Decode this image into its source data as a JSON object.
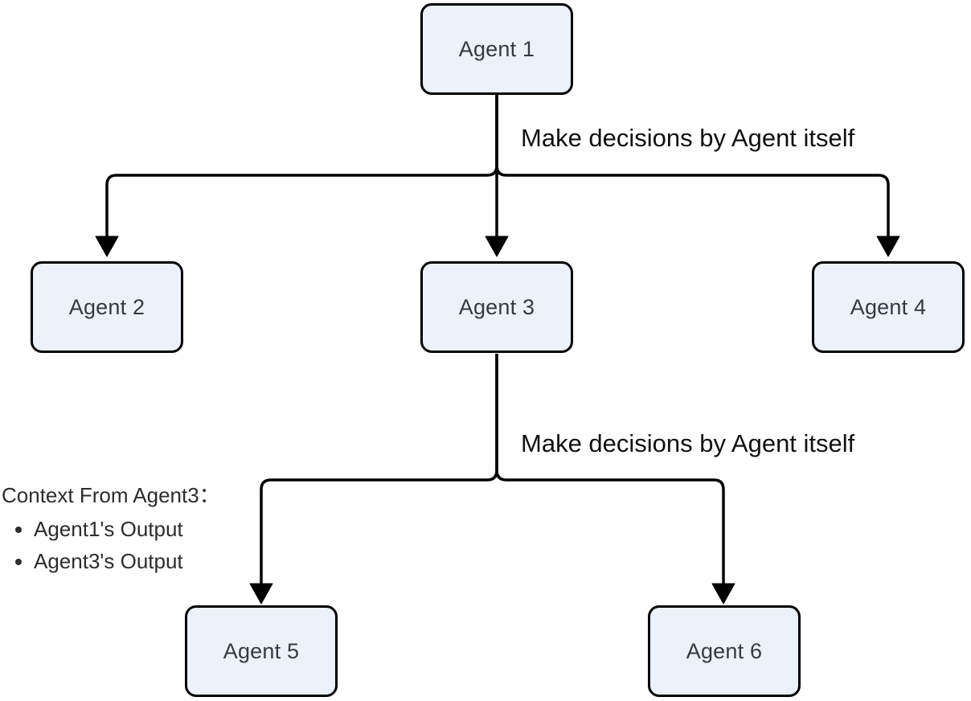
{
  "diagram": {
    "colors": {
      "background": "#FFFFFF",
      "node_fill": "#ECF1FB",
      "node_border": "#000000",
      "node_text": "#333A45",
      "connector": "#000000",
      "label_text": "#111111",
      "note_text": "#2D2D2D"
    },
    "nodes": [
      {
        "id": "agent-1",
        "label": "Agent 1"
      },
      {
        "id": "agent-2",
        "label": "Agent 2"
      },
      {
        "id": "agent-3",
        "label": "Agent 3"
      },
      {
        "id": "agent-4",
        "label": "Agent 4"
      },
      {
        "id": "agent-5",
        "label": "Agent 5"
      },
      {
        "id": "agent-6",
        "label": "Agent 6"
      }
    ],
    "edges": [
      {
        "from": "Agent 1",
        "to": "Agent 2"
      },
      {
        "from": "Agent 1",
        "to": "Agent 3"
      },
      {
        "from": "Agent 1",
        "to": "Agent 4"
      },
      {
        "from": "Agent 3",
        "to": "Agent 5"
      },
      {
        "from": "Agent 3",
        "to": "Agent 6"
      }
    ],
    "edge_labels": [
      {
        "attached_to": "Agent 1 branch",
        "text": "Make decisions by Agent itself"
      },
      {
        "attached_to": "Agent 3 branch",
        "text": "Make decisions by Agent itself"
      }
    ],
    "context_note": {
      "title": "Context From Agent3：",
      "items": [
        "Agent1's Output",
        "Agent3's Output"
      ]
    }
  }
}
